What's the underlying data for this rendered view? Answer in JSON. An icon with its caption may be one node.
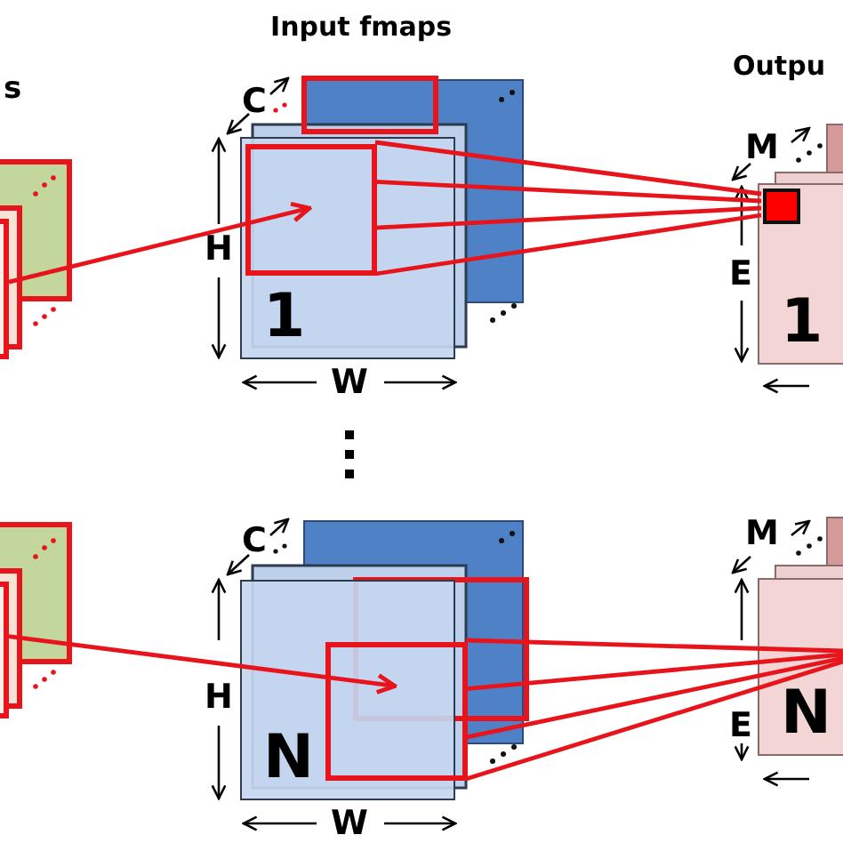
{
  "diagram": {
    "nodes": [
      {
        "text": [],
        "shape": "box"
      },
      {
        "text": [
          "1"
        ]
      },
      {
        "text": [],
        "shape": "box",
        "in": 1
      },
      {
        "text": [
          "1"
        ]
      },
      {
        "text": [],
        "shape": "box",
        "in": 3
      },
      {
        "text": [],
        "shape": "box"
      },
      {
        "text": [
          "N"
        ]
      },
      {
        "text": [],
        "shape": "box",
        "in": 6
      },
      {
        "text": [
          "N"
        ]
      }
    ],
    "edges": [
      {
        "from": 0,
        "to": 2,
        "arrow": "to"
      },
      {
        "from": 2,
        "to": 4,
        "arrow": "none"
      },
      {
        "from": 2,
        "to": 4,
        "arrow": "none"
      },
      {
        "from": 2,
        "to": 4,
        "arrow": "none"
      },
      {
        "from": 2,
        "to": 4,
        "arrow": "none"
      },
      {
        "from": 5,
        "to": 7,
        "arrow": "to"
      },
      {
        "from": 7,
        "to": 8,
        "arrow": "none"
      },
      {
        "from": 7,
        "to": 8,
        "arrow": "none"
      },
      {
        "from": 7,
        "to": 8,
        "arrow": "none"
      },
      {
        "from": 7,
        "to": 8,
        "arrow": "none"
      }
    ],
    "labels": [
      "s",
      "Input fmaps",
      "Outpu",
      "C",
      "H",
      "W",
      "M",
      "E",
      "C",
      "H",
      "W",
      "M",
      "E"
    ]
  }
}
